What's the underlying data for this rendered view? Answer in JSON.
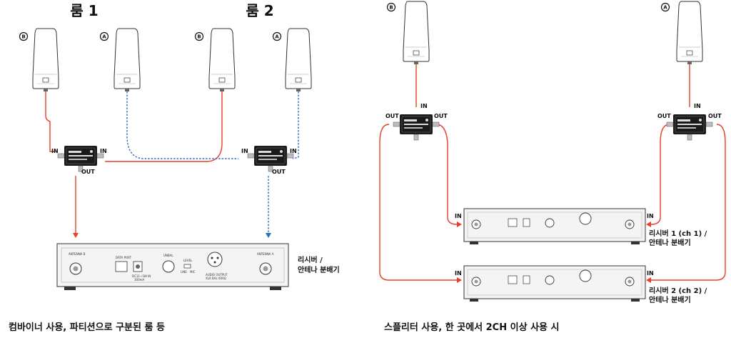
{
  "left_panel": {
    "room1_title": "룸 1",
    "room2_title": "룸 2",
    "antenna_badges": [
      "B",
      "A",
      "B",
      "A"
    ],
    "splitter_left": {
      "in_left": "IN",
      "in_right": "IN",
      "out": "OUT"
    },
    "splitter_right": {
      "in_left": "IN",
      "in_right": "IN",
      "out": "OUT"
    },
    "receiver": {
      "antenna_b": "ANTENNA B",
      "data_port": "DATA PORT",
      "power": "DC11~5W IN",
      "power_current": "300mA",
      "level": "LEVEL",
      "line": "LINE",
      "mic": "MIC",
      "audio_output": "AUDIO OUTPUT",
      "audio_output_sub": "XLR BAL 600Ω",
      "antenna_a": "ANTENNA A",
      "unbal": "UNBAL"
    },
    "receiver_label_line1": "리시버 /",
    "receiver_label_line2": "안테나 분배기",
    "caption": "컴바이너 사용, 파티션으로 구분된 룸 등"
  },
  "right_panel": {
    "antenna_badges": [
      "B",
      "A"
    ],
    "splitter_left": {
      "out_left": "OUT",
      "in": "IN",
      "out_right": "OUT"
    },
    "splitter_right": {
      "out_left": "OUT",
      "in": "IN",
      "out_right": "OUT"
    },
    "port_in_1a": "IN",
    "port_in_1b": "IN",
    "port_in_2a": "IN",
    "port_in_2b": "IN",
    "receiver1_line1": "리시버 1 (ch 1) /",
    "receiver1_line2": "안테나 분배기",
    "receiver2_line1": "리시버 2 (ch 2) /",
    "receiver2_line2": "안테나 분배기",
    "caption": "스플리터 사용, 한 곳에서 2CH 이상 사용 시"
  },
  "colors": {
    "signal_red": "#e5402a",
    "signal_blue": "#2b6cc4"
  }
}
